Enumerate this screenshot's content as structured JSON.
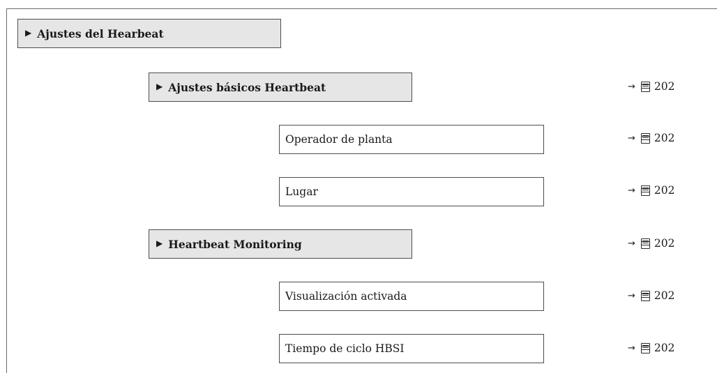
{
  "menu_tree": {
    "root": {
      "label": "Ajustes del Hearbeat"
    },
    "items": [
      {
        "kind": "submenu",
        "label": "Ajustes básicos Heartbeat",
        "page_ref": "202"
      },
      {
        "kind": "parameter",
        "label": "Operador de planta",
        "page_ref": "202"
      },
      {
        "kind": "parameter",
        "label": "Lugar",
        "page_ref": "202"
      },
      {
        "kind": "submenu",
        "label": "Heartbeat Monitoring",
        "page_ref": "202"
      },
      {
        "kind": "parameter",
        "label": "Visualización activada",
        "page_ref": "202"
      },
      {
        "kind": "parameter",
        "label": "Tiempo de ciclo HBSI",
        "page_ref": "202"
      }
    ],
    "icons": {
      "submenu_marker": "triangle-right-icon",
      "reference": "arrow-right-icon",
      "page": "book-icon"
    }
  }
}
